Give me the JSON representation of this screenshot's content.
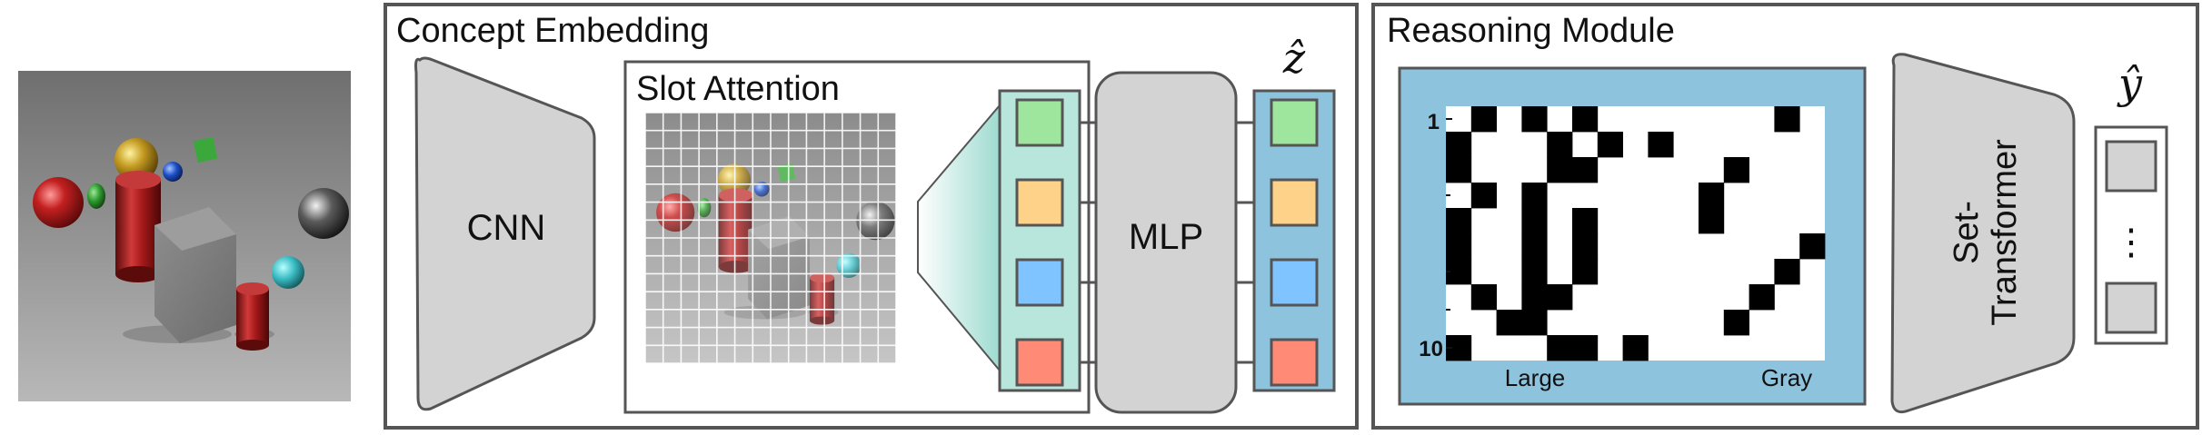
{
  "concept_embedding": {
    "title": "Concept Embedding",
    "cnn_label": "CNN",
    "slot_attention_title": "Slot Attention",
    "mlp_label": "MLP",
    "z_hat_label": "ẑ",
    "slot_colors": [
      "#9ee69e",
      "#ffd28a",
      "#7fc4ff",
      "#ff8a75"
    ]
  },
  "reasoning_module": {
    "title": "Reasoning Module",
    "matrix_row_labels": [
      "1",
      "10"
    ],
    "matrix_col_labels": [
      "Large",
      "Gray"
    ],
    "matrix": [
      [
        0,
        1,
        0,
        1,
        0,
        1,
        0,
        0,
        0,
        0,
        0,
        0,
        0,
        1,
        0
      ],
      [
        1,
        0,
        0,
        0,
        1,
        0,
        1,
        0,
        1,
        0,
        0,
        0,
        0,
        0,
        0
      ],
      [
        1,
        0,
        0,
        0,
        1,
        1,
        0,
        0,
        0,
        0,
        0,
        1,
        0,
        0,
        0
      ],
      [
        0,
        1,
        0,
        1,
        0,
        0,
        0,
        0,
        0,
        0,
        1,
        0,
        0,
        0,
        0
      ],
      [
        1,
        0,
        0,
        1,
        0,
        1,
        0,
        0,
        0,
        0,
        1,
        0,
        0,
        0,
        0
      ],
      [
        1,
        0,
        0,
        1,
        0,
        1,
        0,
        0,
        0,
        0,
        0,
        0,
        0,
        0,
        1
      ],
      [
        1,
        0,
        0,
        1,
        0,
        1,
        0,
        0,
        0,
        0,
        0,
        0,
        0,
        1,
        0
      ],
      [
        0,
        1,
        0,
        1,
        1,
        0,
        0,
        0,
        0,
        0,
        0,
        0,
        1,
        0,
        0
      ],
      [
        0,
        0,
        1,
        1,
        0,
        0,
        0,
        0,
        0,
        0,
        0,
        1,
        0,
        0,
        0
      ],
      [
        1,
        0,
        0,
        0,
        1,
        1,
        0,
        1,
        0,
        0,
        0,
        0,
        0,
        0,
        0
      ]
    ],
    "set_transformer_label_line1": "Set-",
    "set_transformer_label_line2": "Transformer",
    "y_hat_label": "ŷ",
    "output_ellipsis": "⋮"
  },
  "colors": {
    "panel_border": "#555555",
    "module_gray": "#d3d3d3",
    "slot_panel_bg": "#b9e6dc",
    "zhat_panel_bg": "#8ec3dd",
    "matrix_bg": "#8ec3dd"
  }
}
